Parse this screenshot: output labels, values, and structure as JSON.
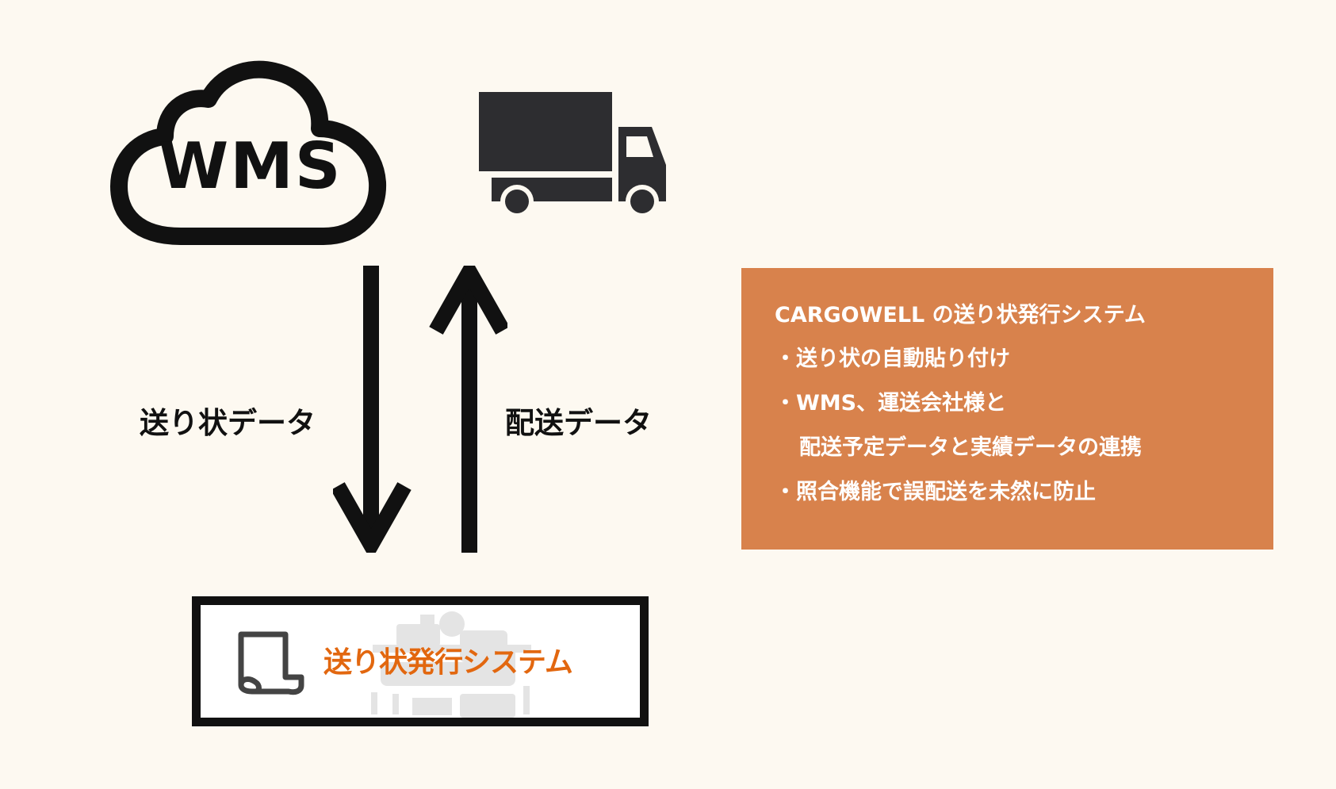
{
  "cloud": {
    "label": "WMS",
    "icon": "cloud-icon"
  },
  "truck": {
    "icon": "truck-icon"
  },
  "flows": {
    "invoice_data_label": "送り状データ",
    "delivery_data_label": "配送データ"
  },
  "system": {
    "label": "送り状発行システム",
    "icon": "document-icon",
    "label_color": "#e2670f"
  },
  "info": {
    "title": "CARGOWELL の送り状発行システム",
    "items": [
      "・送り状の自動貼り付け",
      "・WMS、運送会社様と",
      "配送予定データと実績データの連携",
      "・照合機能で誤配送を未然に防止"
    ],
    "background_color": "#d8824c"
  },
  "colors": {
    "background": "#fdf9f1",
    "ink": "#111111",
    "truck": "#2d2d30"
  }
}
